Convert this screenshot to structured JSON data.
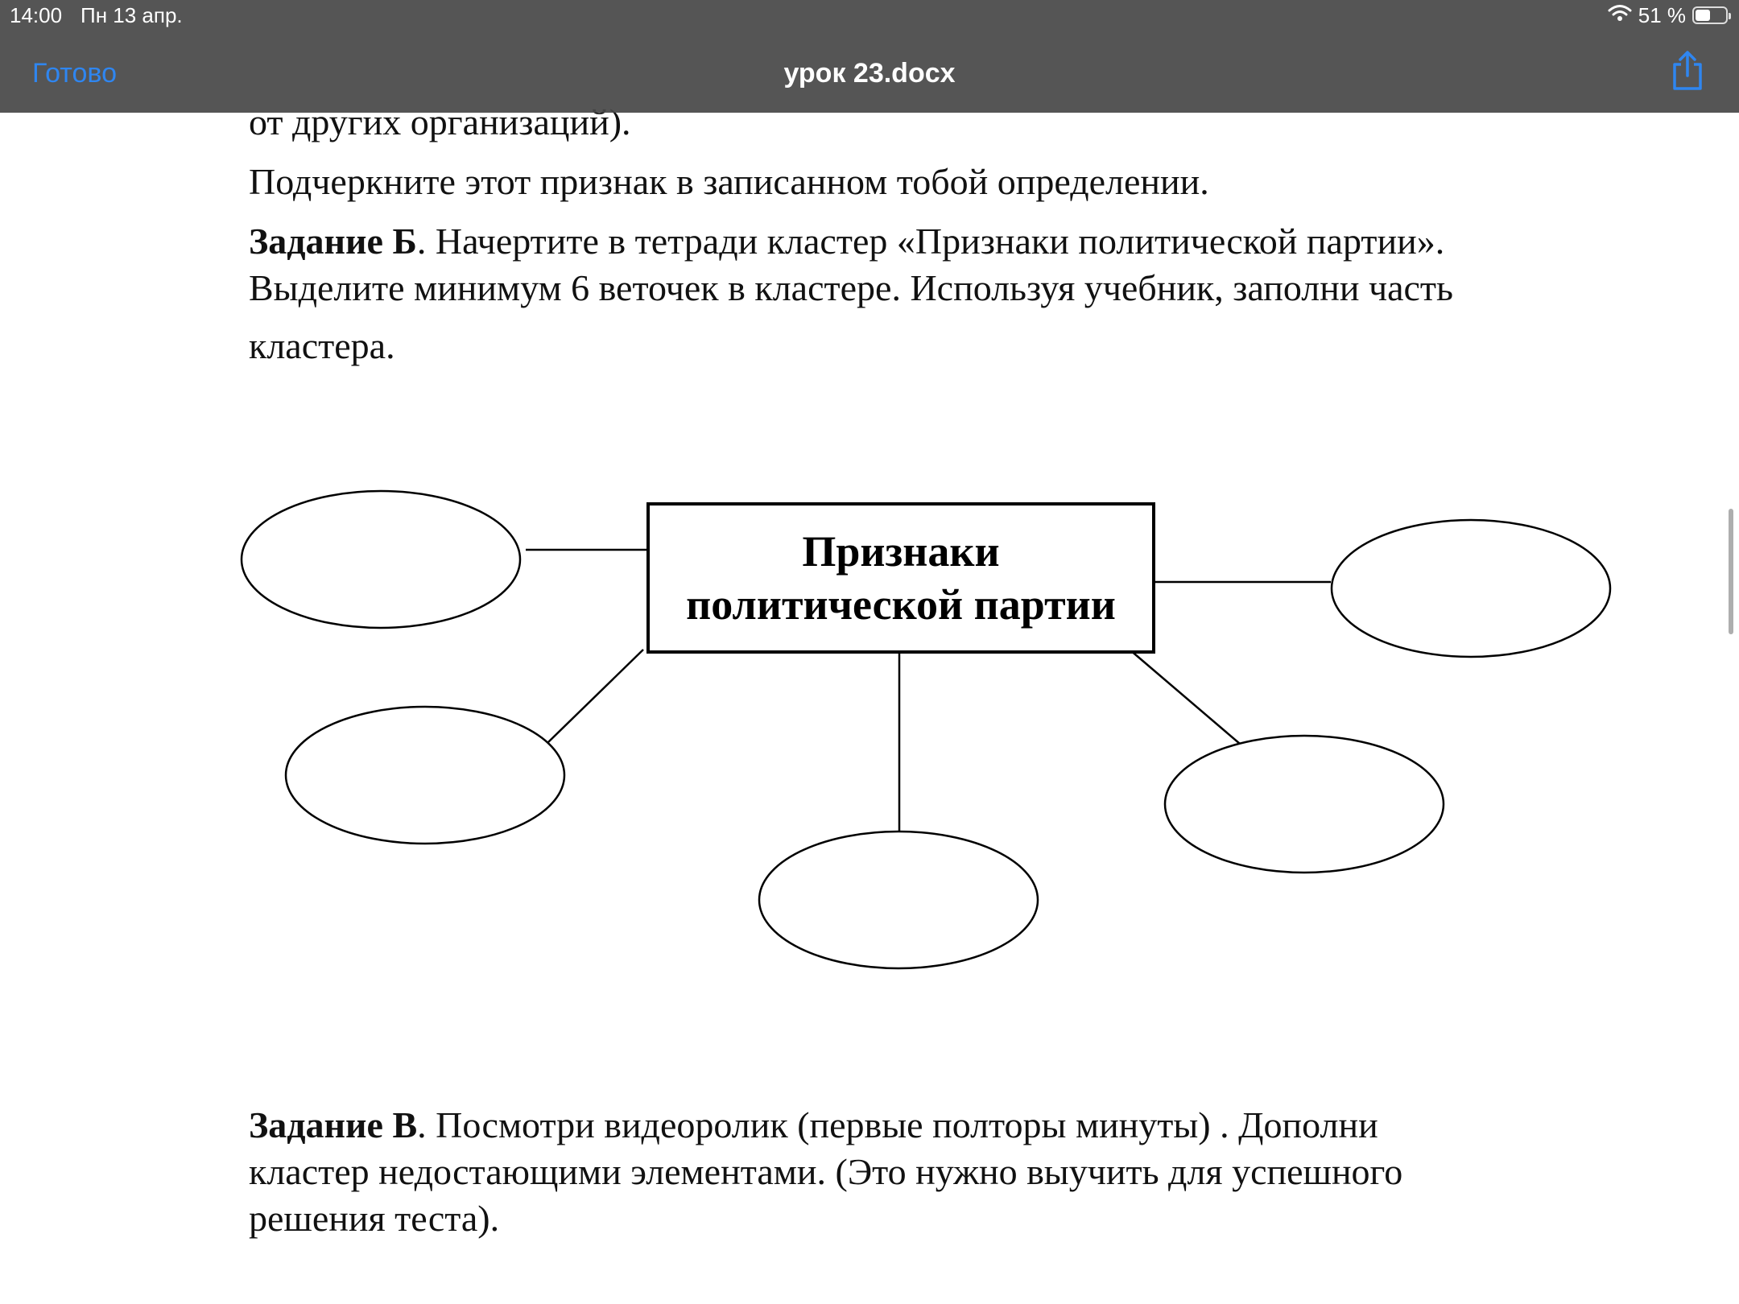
{
  "status_bar": {
    "time": "14:00",
    "date": "Пн 13 апр.",
    "battery_text": "51 %",
    "battery_level": 0.51
  },
  "toolbar": {
    "done_label": "Готово",
    "title": "урок 23.docx",
    "share_icon": "share-icon",
    "accent_color": "#2f86f0"
  },
  "document": {
    "prev_line": "от других организаций).",
    "underline_line": "Подчеркните  этот признак в записанном  тобой определении.",
    "task_b": {
      "label": "Задание Б",
      "line1_rest": ".  Начертите  в тетради кластер «Признаки политической партии».",
      "line2": "Выделите  минимум 6 веточек в кластере. Используя учебник, заполни  часть",
      "line3": "кластера."
    },
    "cluster": {
      "center_line1": "Признаки",
      "center_line2": "политической партии"
    },
    "task_v": {
      "label": "Задание В",
      "line1_rest": ". Посмотри видеоролик (первые полторы минуты) . Дополни",
      "line2": "кластер недостающими элементами. (Это нужно выучить для успешного",
      "line3": "решения теста)."
    }
  }
}
